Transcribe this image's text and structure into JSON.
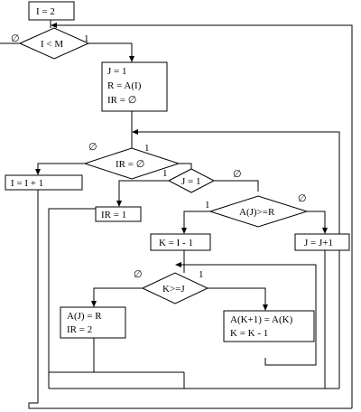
{
  "blocks": {
    "init": "I = 2",
    "cond_outer": "I < M",
    "setup": [
      "J = 1",
      "R = A(I)",
      "IR = ∅"
    ],
    "cond_ir": "IR = ∅",
    "incr_i": "I = I + 1",
    "cond_j": "J = 1",
    "set_ir1": "IR = 1",
    "cond_compare": "A(J)>=R",
    "set_k": "K = I - 1",
    "incr_j": "J = J+1",
    "cond_k": "K>=J",
    "assign": [
      "A(J) = R",
      "IR = 2"
    ],
    "shift": [
      "A(K+1) = A(K)",
      "K = K - 1"
    ]
  },
  "branch_labels": {
    "outer_no": "∅",
    "outer_yes": "1",
    "ir_no": "∅",
    "ir_yes": "1",
    "j_yes": "1",
    "j_no": "∅",
    "compare_yes": "1",
    "compare_no": "∅",
    "k_no": "∅",
    "k_yes": "1"
  }
}
